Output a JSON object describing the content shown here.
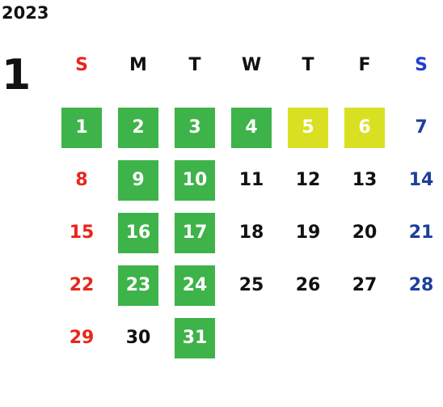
{
  "year": "2023",
  "month": "1",
  "colors": {
    "green_highlight": "#3db34a",
    "yellow_highlight": "#d9e021",
    "sunday_text": "#e8261c",
    "saturday_text": "#1d3f9c"
  },
  "weekdays": [
    "S",
    "M",
    "T",
    "W",
    "T",
    "F",
    "S"
  ],
  "weeks": [
    [
      {
        "d": "1",
        "hl": "green"
      },
      {
        "d": "2",
        "hl": "green"
      },
      {
        "d": "3",
        "hl": "green"
      },
      {
        "d": "4",
        "hl": "green"
      },
      {
        "d": "5",
        "hl": "yellow"
      },
      {
        "d": "6",
        "hl": "yellow"
      },
      {
        "d": "7",
        "hl": ""
      }
    ],
    [
      {
        "d": "8",
        "hl": ""
      },
      {
        "d": "9",
        "hl": "green"
      },
      {
        "d": "10",
        "hl": "green"
      },
      {
        "d": "11",
        "hl": ""
      },
      {
        "d": "12",
        "hl": ""
      },
      {
        "d": "13",
        "hl": ""
      },
      {
        "d": "14",
        "hl": ""
      }
    ],
    [
      {
        "d": "15",
        "hl": ""
      },
      {
        "d": "16",
        "hl": "green"
      },
      {
        "d": "17",
        "hl": "green"
      },
      {
        "d": "18",
        "hl": ""
      },
      {
        "d": "19",
        "hl": ""
      },
      {
        "d": "20",
        "hl": ""
      },
      {
        "d": "21",
        "hl": ""
      }
    ],
    [
      {
        "d": "22",
        "hl": ""
      },
      {
        "d": "23",
        "hl": "green"
      },
      {
        "d": "24",
        "hl": "green"
      },
      {
        "d": "25",
        "hl": ""
      },
      {
        "d": "26",
        "hl": ""
      },
      {
        "d": "27",
        "hl": ""
      },
      {
        "d": "28",
        "hl": ""
      }
    ],
    [
      {
        "d": "29",
        "hl": ""
      },
      {
        "d": "30",
        "hl": ""
      },
      {
        "d": "31",
        "hl": "green"
      },
      {
        "d": "",
        "hl": ""
      },
      {
        "d": "",
        "hl": ""
      },
      {
        "d": "",
        "hl": ""
      },
      {
        "d": "",
        "hl": ""
      }
    ]
  ]
}
